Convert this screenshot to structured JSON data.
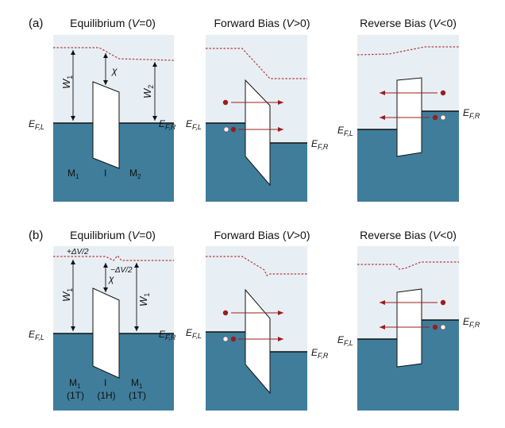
{
  "colors": {
    "vacuum_bg": "#e8eff4",
    "metal_fill": "#3f7d9b",
    "barrier_fill": "#ffffff",
    "vacuum_level": "#b23a3a",
    "electron": "#9b1c1c",
    "hole_fill": "#ffffff",
    "line": "#111111"
  },
  "rows": [
    {
      "label": "(a)",
      "panels": [
        {
          "title_main": "Equilibrium (",
          "title_var": "V",
          "title_rel": "=0)",
          "labels": {
            "efl_main": "E",
            "efl_sub": "F,L",
            "efr_main": "E",
            "efr_sub": "F,R",
            "w_left_main": "W",
            "w_left_sub": "1",
            "w_right_main": "W",
            "w_right_sub": "2",
            "chi": "χ",
            "m_left_main": "M",
            "m_left_sub": "1",
            "m_mid": "I",
            "m_right_main": "M",
            "m_right_sub": "2"
          }
        },
        {
          "title_main": "Forward Bias (",
          "title_var": "V",
          "title_rel": ">0)",
          "labels": {
            "efl_main": "E",
            "efl_sub": "F,L",
            "efr_main": "E",
            "efr_sub": "F,R"
          }
        },
        {
          "title_main": "Reverse Bias (",
          "title_var": "V",
          "title_rel": "<0)",
          "labels": {
            "efl_main": "E",
            "efl_sub": "F,L",
            "efr_main": "E",
            "efr_sub": "F,R"
          }
        }
      ]
    },
    {
      "label": "(b)",
      "panels": [
        {
          "title_main": "Equilibrium (",
          "title_var": "V",
          "title_rel": "=0)",
          "labels": {
            "efl_main": "E",
            "efl_sub": "F,L",
            "efr_main": "E",
            "efr_sub": "F,R",
            "w_left_main": "W",
            "w_left_sub": "1",
            "w_right_main": "W",
            "w_right_sub": "1",
            "chi": "χ",
            "plus_dv": "+ΔV/2",
            "minus_dv": "−ΔV/2",
            "m_left_main": "M",
            "m_left_sub": "1",
            "m_left_phase": "(1T)",
            "m_mid": "I",
            "m_mid_phase": "(1H)",
            "m_right_main": "M",
            "m_right_sub": "1",
            "m_right_phase": "(1T)"
          }
        },
        {
          "title_main": "Forward Bias (",
          "title_var": "V",
          "title_rel": ">0)",
          "labels": {
            "efl_main": "E",
            "efl_sub": "F,L",
            "efr_main": "E",
            "efr_sub": "F,R"
          }
        },
        {
          "title_main": "Reverse Bias (",
          "title_var": "V",
          "title_rel": "<0)",
          "labels": {
            "efl_main": "E",
            "efl_sub": "F,L",
            "efr_main": "E",
            "efr_sub": "F,R"
          }
        }
      ]
    }
  ]
}
